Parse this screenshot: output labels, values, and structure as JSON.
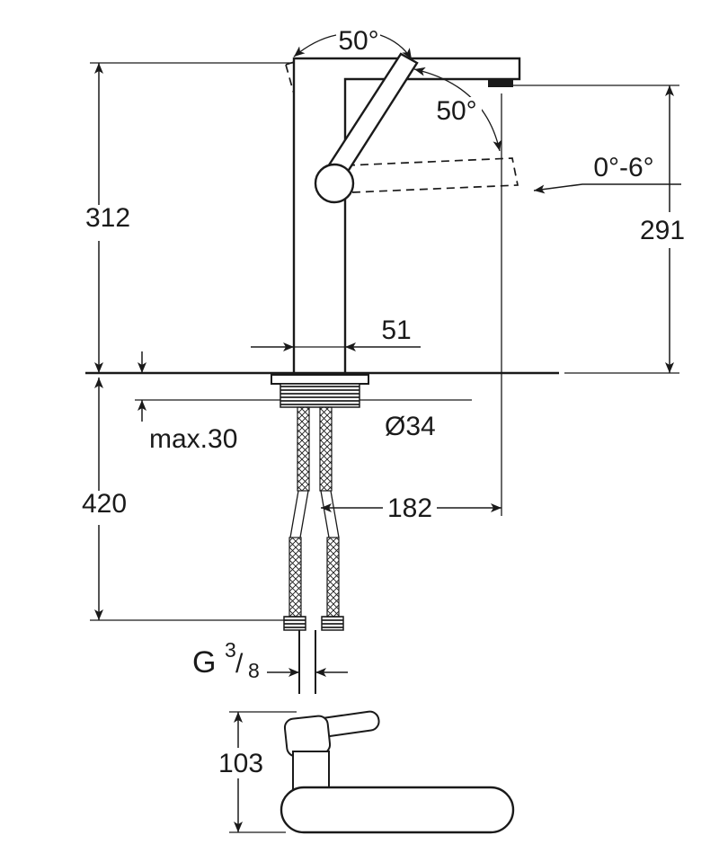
{
  "drawing": {
    "kind": "faucet-dimensional-drawing",
    "colors": {
      "line": "#1a1a1a",
      "background": "#ffffff"
    },
    "labels": {
      "angle_top": "50°",
      "angle_mid": "50°",
      "tilt_range": "0°-6°",
      "dim_height_left": "312",
      "dim_height_right": "291",
      "dim_spout_base_width": "51",
      "dim_counter_thickness": "max.30",
      "dim_hole_diameter": "Ø34",
      "dim_hose_length": "420",
      "dim_reach": "182",
      "thread_letter": "G",
      "thread_numerator": "3",
      "thread_slash": "/",
      "thread_denominator": "8",
      "dim_plan_depth": "103"
    }
  }
}
